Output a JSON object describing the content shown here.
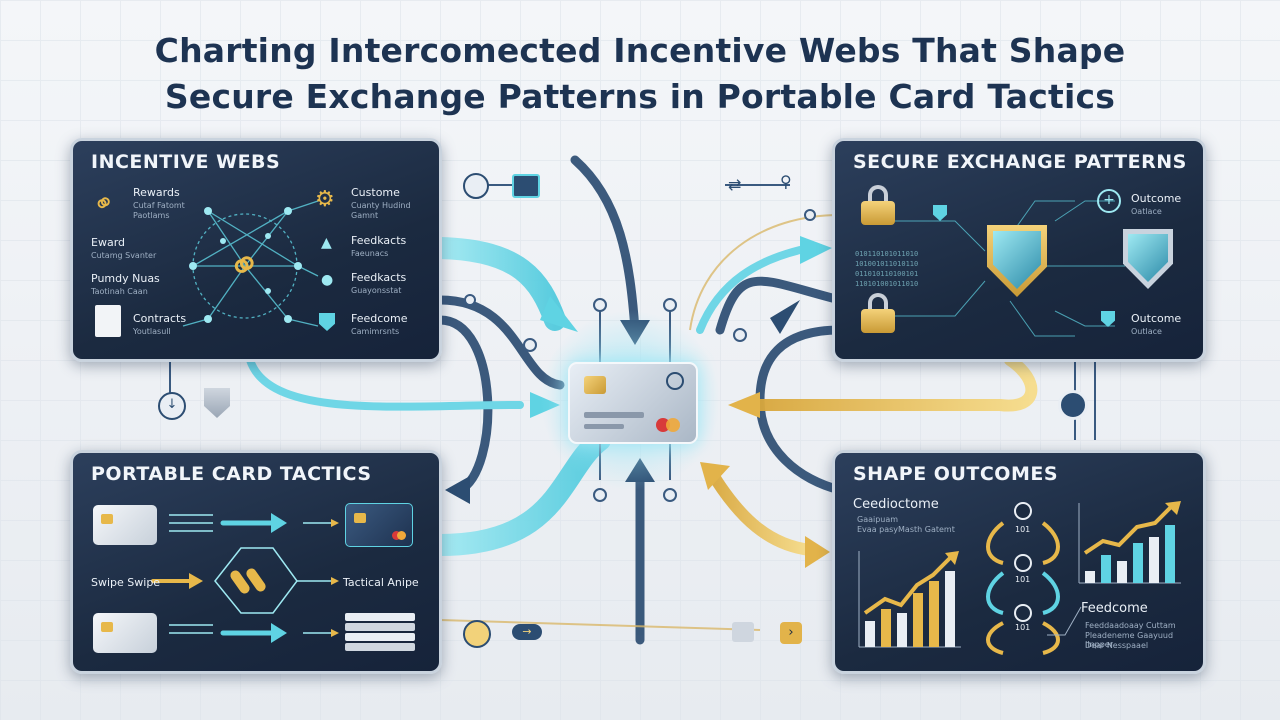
{
  "title": {
    "line1": "Charting Intercomected Incentive Webs That Shape",
    "line2": "Secure Exchange Patterns in Portable Card Tactics"
  },
  "panels": {
    "incentive": {
      "heading": "INCENTIVE WEBS",
      "left": [
        {
          "label": "Rewards",
          "sub1": "Cutaf Fatomt",
          "sub2": "Paotlams"
        },
        {
          "label": "Eward",
          "sub1": "Cutamg Svanter",
          "sub2": ""
        },
        {
          "label": "Pumdy Nuas",
          "sub1": "Taotinah Caan",
          "sub2": ""
        },
        {
          "label": "Contracts",
          "sub1": "Youtlasull",
          "sub2": ""
        }
      ],
      "right": [
        {
          "label": "Custome",
          "sub1": "Cuanty Hudind",
          "sub2": "Gamnt"
        },
        {
          "label": "Feedkacts",
          "sub1": "Faeunacs",
          "sub2": ""
        },
        {
          "label": "Feedkacts",
          "sub1": "Guayonsstat",
          "sub2": ""
        },
        {
          "label": "Feedcome",
          "sub1": "Camimrsnts",
          "sub2": ""
        }
      ]
    },
    "secure": {
      "heading": "SECURE EXCHANGE PATTERNS",
      "outcome1": {
        "label": "Outcome",
        "sub": "Oatlace"
      },
      "outcome2": {
        "label": "Outcome",
        "sub": "Outlace"
      }
    },
    "portable": {
      "heading": "PORTABLE CARD TACTICS",
      "swipe": "Swipe Swipe",
      "tactical": "Tactical Anipe"
    },
    "outcomes": {
      "heading": "SHAPE OUTCOMES",
      "feedlo": {
        "label": "Ceedioctome",
        "sub1": "Gaaipuam",
        "sub2": "Evaa pasyMasth Gatemt"
      },
      "feedcome": {
        "label": "Feedcome",
        "sub1": "Feeddaadoaay Cuttam",
        "sub2": "Pleadeneme Gaayuud Ilnpper",
        "sub3": "Dear Nesspaael"
      },
      "steps": [
        "101",
        "101",
        "101"
      ]
    }
  },
  "colors": {
    "teal": "#5fd3e3",
    "gold": "#e7b84a",
    "navy": "#2b4a6e",
    "panel": "#1e2e46"
  }
}
